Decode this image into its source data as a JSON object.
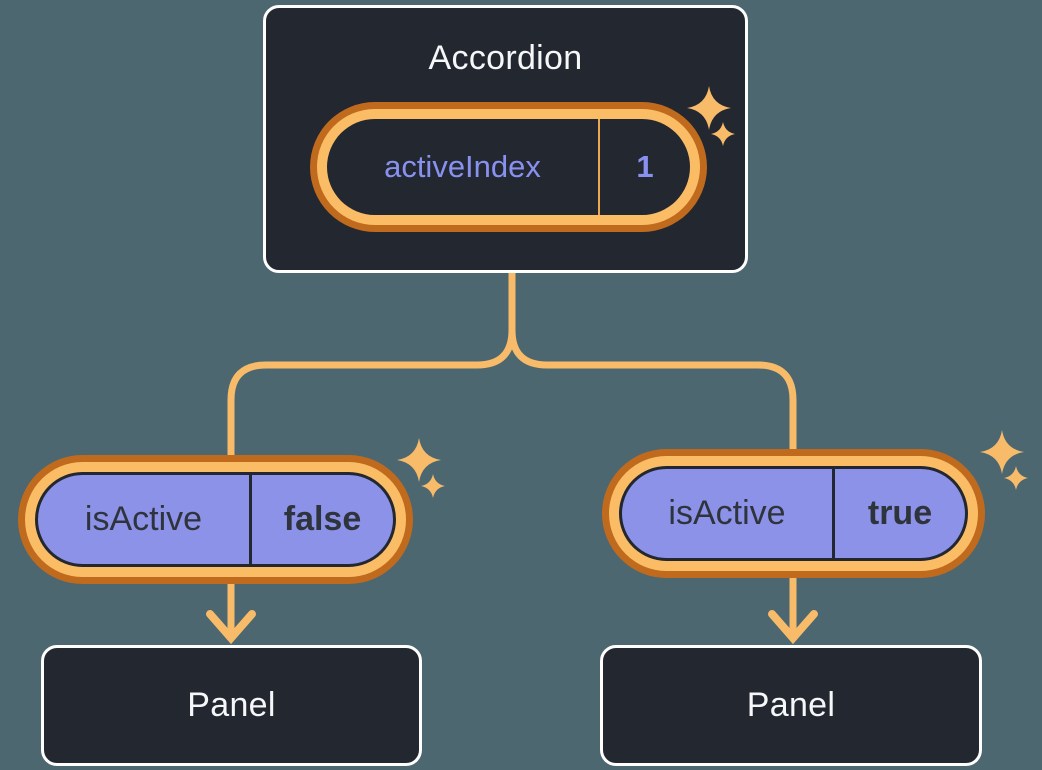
{
  "colors": {
    "background": "#4C6770",
    "node_dark": "#23272F",
    "node_border": "#FFFFFF",
    "text_light": "#F6F7F9",
    "purple_fill": "#8B92E8",
    "purple_text": "#8891F0",
    "dark_text": "#2F343C",
    "ring_dark": "#C06A1E",
    "ring_light": "#FABD66",
    "accent_orange": "#F8BB69",
    "divider_orange": "#EDA94F"
  },
  "diagram": {
    "root": {
      "title": "Accordion",
      "state": {
        "label": "activeIndex",
        "value": "1"
      }
    },
    "children": [
      {
        "prop": {
          "label": "isActive",
          "value": "false"
        },
        "target": "Panel"
      },
      {
        "prop": {
          "label": "isActive",
          "value": "true"
        },
        "target": "Panel"
      }
    ]
  }
}
